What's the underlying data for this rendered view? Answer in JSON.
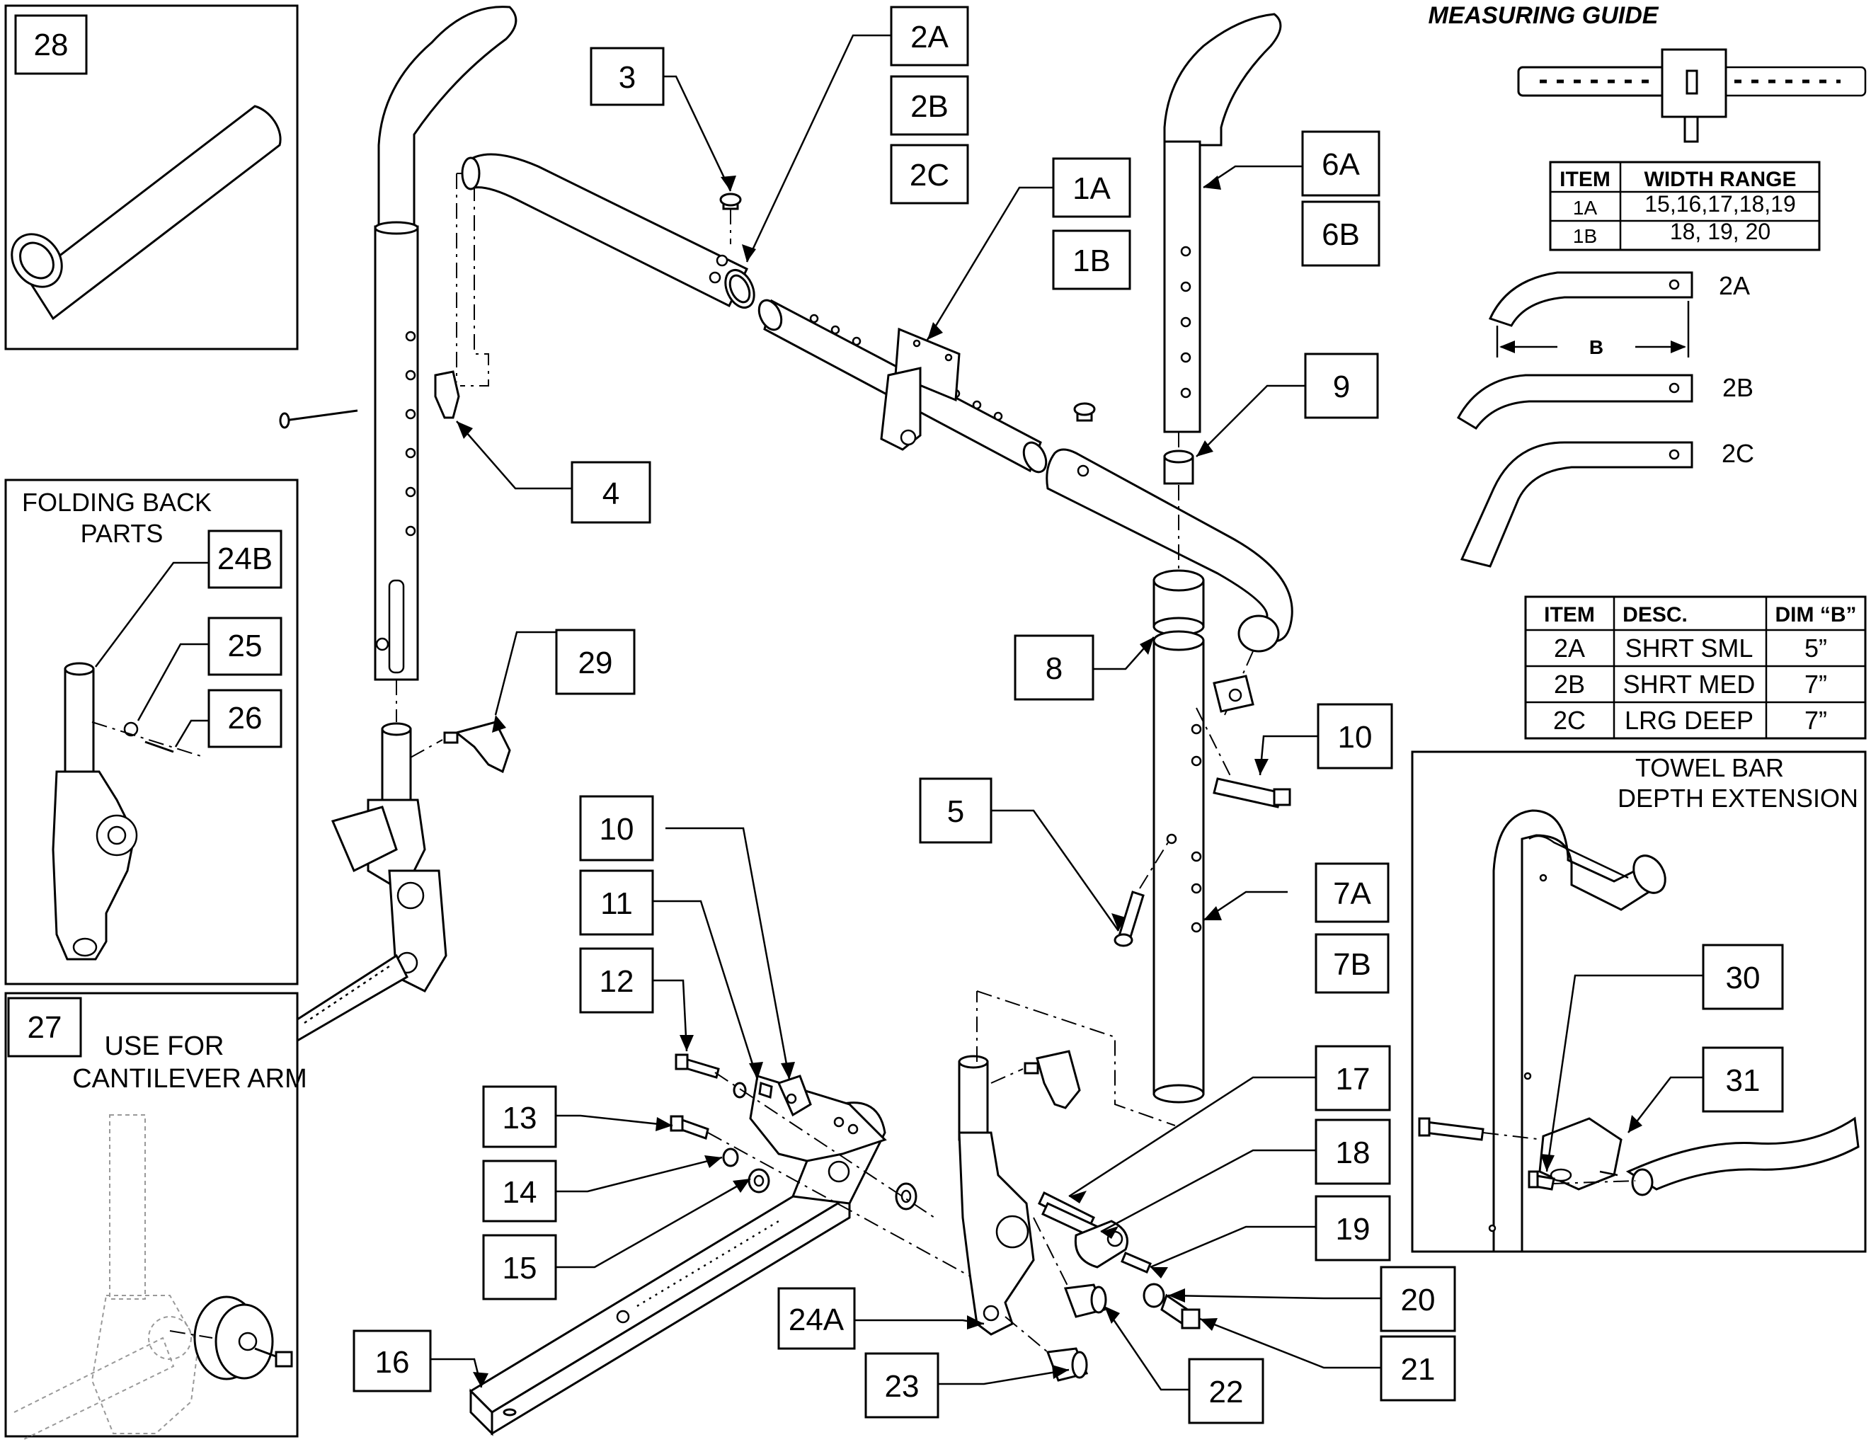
{
  "callouts": {
    "c1A": "1A",
    "c1B": "1B",
    "c2A": "2A",
    "c2B": "2B",
    "c2C": "2C",
    "c3": "3",
    "c4": "4",
    "c5": "5",
    "c6A": "6A",
    "c6B": "6B",
    "c7A": "7A",
    "c7B": "7B",
    "c8": "8",
    "c9": "9",
    "c10a": "10",
    "c10b": "10",
    "c11": "11",
    "c12": "12",
    "c13": "13",
    "c14": "14",
    "c15": "15",
    "c16": "16",
    "c17": "17",
    "c18": "18",
    "c19": "19",
    "c20": "20",
    "c21": "21",
    "c22": "22",
    "c23": "23",
    "c24A": "24A",
    "c24B": "24B",
    "c25": "25",
    "c26": "26",
    "c27": "27",
    "c28": "28",
    "c29": "29",
    "c30": "30",
    "c31": "31"
  },
  "insets": {
    "folding_back": {
      "title_line1": "FOLDING BACK",
      "title_line2": "PARTS"
    },
    "cantilever": {
      "title_line1": "USE FOR",
      "title_line2": "CANTILEVER ARM"
    },
    "towel_bar": {
      "title_line1": "TOWEL BAR",
      "title_line2": "DEPTH EXTENSION"
    }
  },
  "measuring_guide": {
    "title": "MEASURING GUIDE",
    "width_table": {
      "headers": [
        "ITEM",
        "WIDTH RANGE"
      ],
      "rows": [
        [
          "1A",
          "15,16,17,18,19"
        ],
        [
          "1B",
          "18, 19, 20"
        ]
      ]
    },
    "tube_labels": {
      "t2A": "2A",
      "t2B": "2B",
      "t2C": "2C",
      "dim": "B"
    },
    "desc_table": {
      "headers": [
        "ITEM",
        "DESC.",
        "DIM “B”"
      ],
      "rows": [
        [
          "2A",
          "SHRT SML",
          "5”"
        ],
        [
          "2B",
          "SHRT MED",
          "7”"
        ],
        [
          "2C",
          "LRG DEEP",
          "7”"
        ]
      ]
    }
  }
}
